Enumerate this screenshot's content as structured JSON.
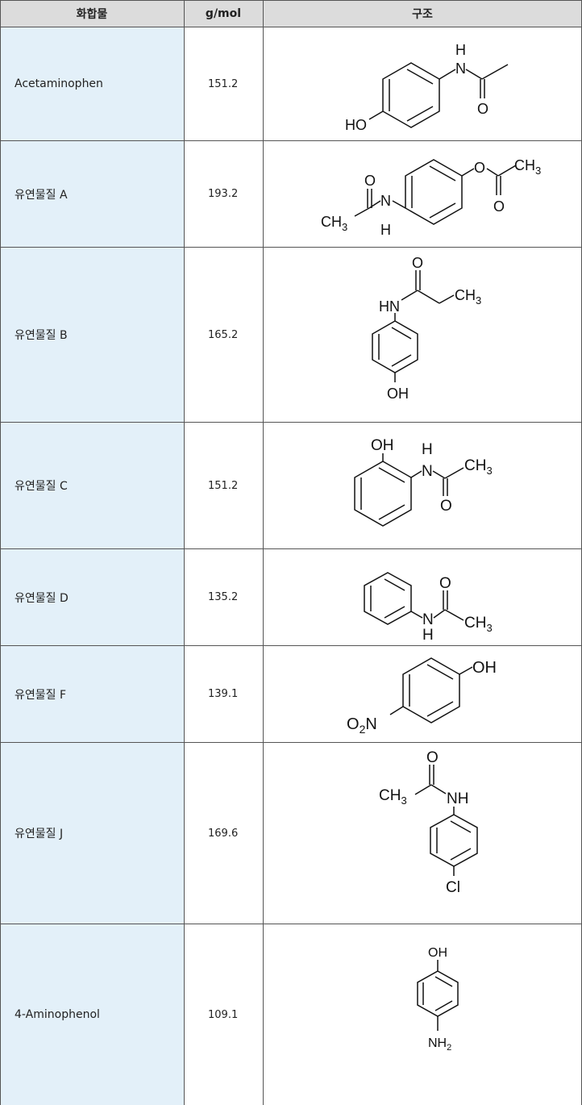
{
  "header": {
    "col_compound": "화합물",
    "col_mw": "g/mol",
    "col_structure": "구조"
  },
  "rows": [
    {
      "name": "Acetaminophen",
      "mw": "151.2",
      "labels": {
        "nh_h": "H",
        "nh_n": "N",
        "o": "O",
        "ho": "HO"
      }
    },
    {
      "name": "유연물질 A",
      "mw": "193.2",
      "labels": {
        "o_left": "O",
        "ch3_left": "CH3",
        "n": "N",
        "h": "H",
        "o_ester": "O",
        "ch3_right": "CH3",
        "o_carbonyl": "O"
      }
    },
    {
      "name": "유연물질 B",
      "mw": "165.2",
      "labels": {
        "o": "O",
        "hn": "HN",
        "ch3": "CH3",
        "oh": "OH"
      }
    },
    {
      "name": "유연물질 C",
      "mw": "151.2",
      "labels": {
        "oh": "OH",
        "h": "H",
        "n": "N",
        "ch3": "CH3",
        "o": "O"
      }
    },
    {
      "name": "유연물질 D",
      "mw": "135.2",
      "labels": {
        "o": "O",
        "n": "N",
        "h": "H",
        "ch3": "CH3"
      }
    },
    {
      "name": "유연물질 F",
      "mw": "139.1",
      "labels": {
        "oh": "OH",
        "o2n": "O2N"
      }
    },
    {
      "name": "유연물질 J",
      "mw": "169.6",
      "labels": {
        "o": "O",
        "ch3": "CH3",
        "nh": "NH",
        "cl": "Cl"
      }
    },
    {
      "name": "4-Aminophenol",
      "mw": "109.1",
      "labels": {
        "oh": "OH",
        "nh2": "NH2"
      }
    }
  ]
}
